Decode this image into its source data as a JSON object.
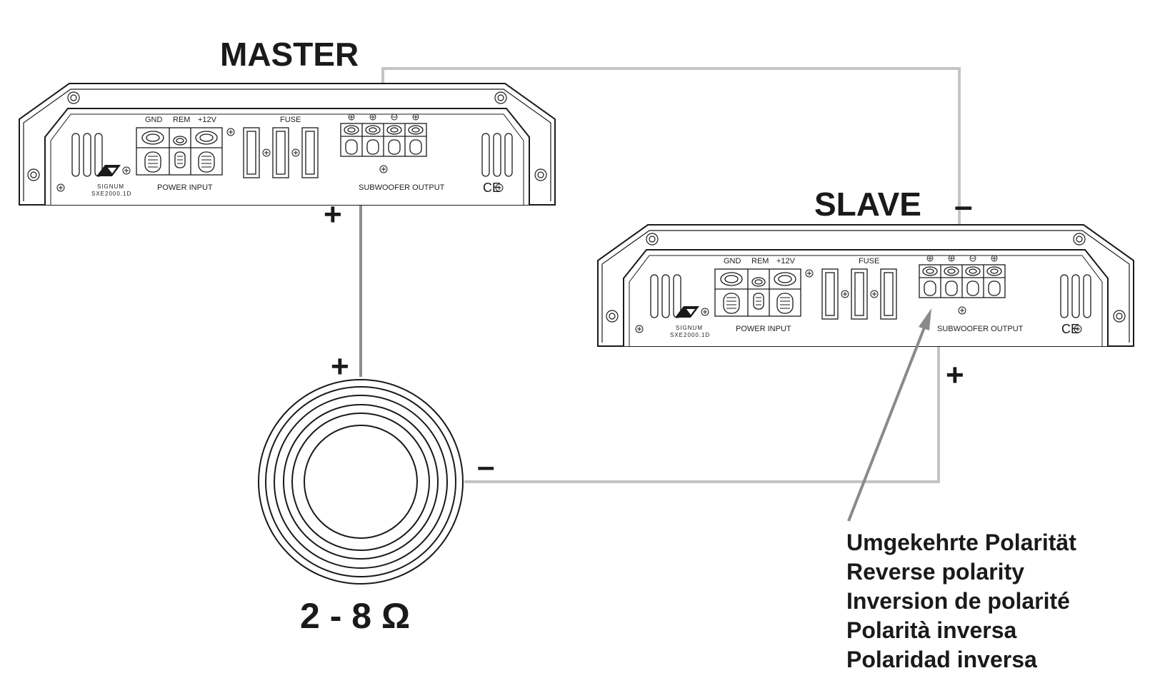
{
  "master": {
    "title": "MASTER",
    "labels": {
      "gnd": "GND",
      "rem": "REM",
      "v12": "+12V",
      "fuse": "FUSE",
      "power_input": "POWER INPUT",
      "subwoofer_output": "SUBWOOFER OUTPUT",
      "brand": "SIGNUM",
      "model": "SXE2000.1D",
      "ce": "CE"
    },
    "plus_sign": "+"
  },
  "slave": {
    "title": "SLAVE",
    "labels": {
      "gnd": "GND",
      "rem": "REM",
      "v12": "+12V",
      "fuse": "FUSE",
      "power_input": "POWER INPUT",
      "subwoofer_output": "SUBWOOFER OUTPUT",
      "brand": "SIGNUM",
      "model": "SXE2000.1D",
      "ce": "CE"
    },
    "minus_sign": "–",
    "plus_sign": "+"
  },
  "speaker": {
    "plus_sign": "+",
    "minus_sign": "–",
    "impedance": "2 - 8 Ω"
  },
  "note_lines": [
    "Umgekehrte Polarität",
    "Reverse polarity",
    "Inversion de polarité",
    "Polarità inversa",
    "Polaridad inversa"
  ],
  "colors": {
    "line": "#1a1a1a",
    "wire_dark": "#8c8c8c",
    "wire_light": "#c4c4c4",
    "arrow": "#8a8a8a"
  }
}
